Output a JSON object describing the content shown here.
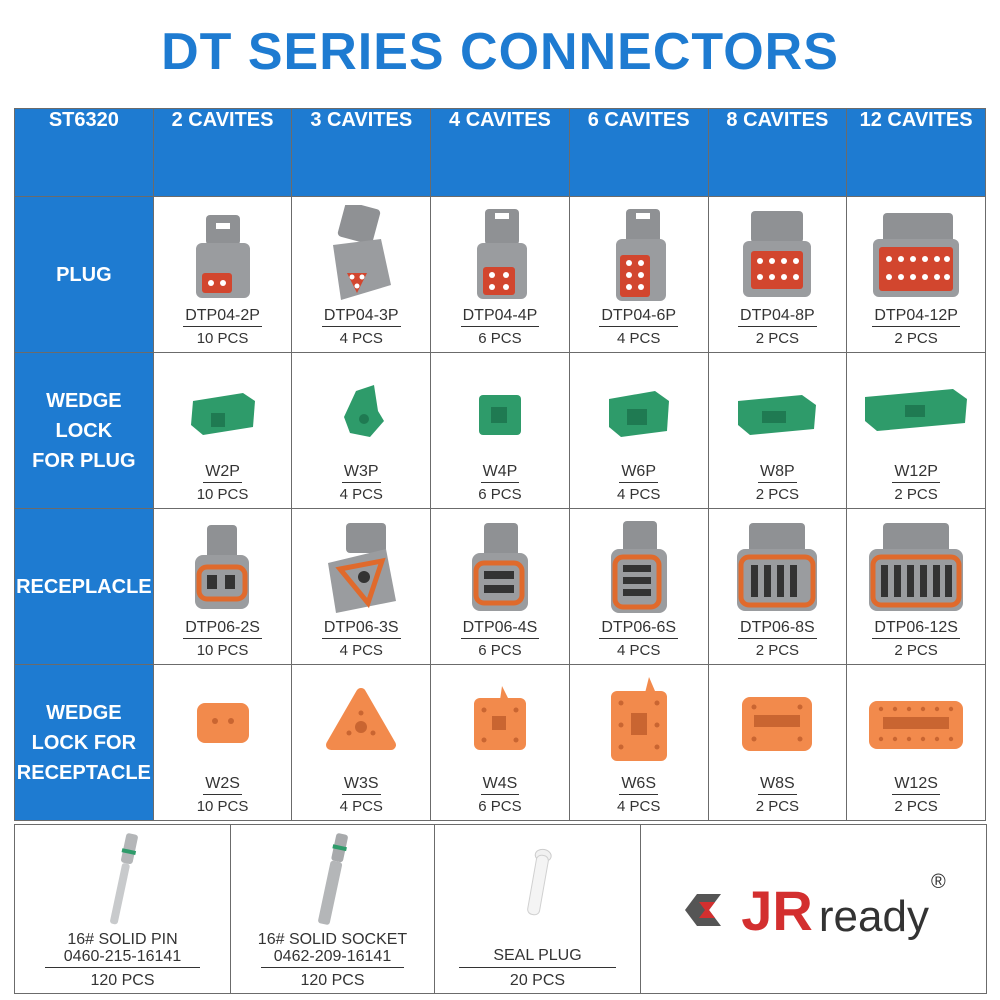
{
  "title": "DT SERIES CONNECTORS",
  "header": {
    "model": "ST6320",
    "columns": [
      "2 CAVITES",
      "3 CAVITES",
      "4 CAVITES",
      "6 CAVITES",
      "8 CAVITES",
      "12 CAVITES"
    ]
  },
  "rows": [
    {
      "label": "PLUG",
      "items": [
        {
          "pn": "DTP04-2P",
          "qty": "10 PCS"
        },
        {
          "pn": "DTP04-3P",
          "qty": "4 PCS"
        },
        {
          "pn": "DTP04-4P",
          "qty": "6 PCS"
        },
        {
          "pn": "DTP04-6P",
          "qty": "4 PCS"
        },
        {
          "pn": "DTP04-8P",
          "qty": "2 PCS"
        },
        {
          "pn": "DTP04-12P",
          "qty": "2 PCS"
        }
      ]
    },
    {
      "label_lines": [
        "WEDGE LOCK",
        "FOR PLUG"
      ],
      "items": [
        {
          "pn": "W2P",
          "qty": "10 PCS"
        },
        {
          "pn": "W3P",
          "qty": "4 PCS"
        },
        {
          "pn": "W4P",
          "qty": "6 PCS"
        },
        {
          "pn": "W6P",
          "qty": "4 PCS"
        },
        {
          "pn": "W8P",
          "qty": "2 PCS"
        },
        {
          "pn": "W12P",
          "qty": "2 PCS"
        }
      ]
    },
    {
      "label": "RECEPLACLE",
      "items": [
        {
          "pn": "DTP06-2S",
          "qty": "10 PCS"
        },
        {
          "pn": "DTP06-3S",
          "qty": "4 PCS"
        },
        {
          "pn": "DTP06-4S",
          "qty": "6 PCS"
        },
        {
          "pn": "DTP06-6S",
          "qty": "4 PCS"
        },
        {
          "pn": "DTP06-8S",
          "qty": "2 PCS"
        },
        {
          "pn": "DTP06-12S",
          "qty": "2 PCS"
        }
      ]
    },
    {
      "label_lines": [
        "WEDGE",
        "LOCK FOR",
        "RECEPTACLE"
      ],
      "items": [
        {
          "pn": "W2S",
          "qty": "10 PCS"
        },
        {
          "pn": "W3S",
          "qty": "4 PCS"
        },
        {
          "pn": "W4S",
          "qty": "6 PCS"
        },
        {
          "pn": "W6S",
          "qty": "4 PCS"
        },
        {
          "pn": "W8S",
          "qty": "2 PCS"
        },
        {
          "pn": "W12S",
          "qty": "2 PCS"
        }
      ]
    }
  ],
  "bottom": [
    {
      "name": "16# SOLID PIN",
      "pn": "0460-215-16141",
      "qty": "120 PCS"
    },
    {
      "name": "16# SOLID SOCKET",
      "pn": "0462-209-16141",
      "qty": "120 PCS"
    },
    {
      "name": "SEAL PLUG",
      "qty": "20 PCS"
    }
  ],
  "brand": {
    "part1": "JR",
    "part2": "ready",
    "mark": "®"
  },
  "colors": {
    "accent": "#1e7bd1",
    "plug": "#8f9194",
    "wedge_green": "#2e9b6a",
    "wedge_orange": "#f28a4c",
    "seal": "#d2462e"
  }
}
